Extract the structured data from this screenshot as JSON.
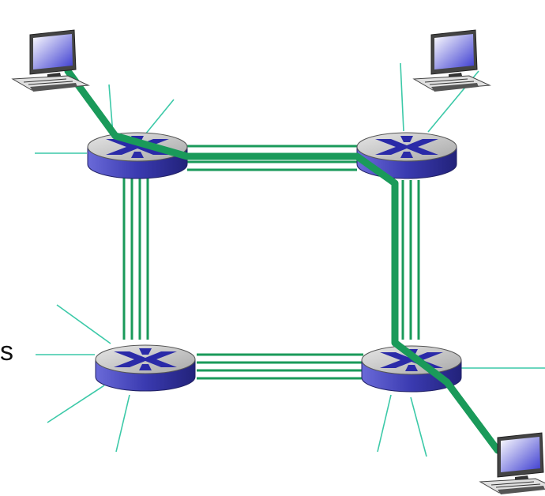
{
  "diagram": {
    "kind": "circuit-switched network",
    "routers": [
      {
        "id": "router-top-left"
      },
      {
        "id": "router-top-right"
      },
      {
        "id": "router-bottom-left"
      },
      {
        "id": "router-bottom-right"
      }
    ],
    "hosts": [
      {
        "id": "host-top-left",
        "icon": "desktop-computer-icon"
      },
      {
        "id": "host-top-right",
        "icon": "desktop-computer-icon"
      },
      {
        "id": "host-bottom-right",
        "icon": "desktop-computer-icon"
      }
    ],
    "links_circuits_per_link": 4,
    "highlighted_path": [
      "host-top-left",
      "router-top-left",
      "router-top-right",
      "router-bottom-right",
      "host-bottom-right"
    ]
  },
  "colors": {
    "circuit": "#1a9a5a",
    "active_circuit": "#1a9a5a",
    "access_line": "#3cc9a8",
    "router_top": "#c8c8c8",
    "router_side": "#4a4ab8",
    "router_side_dark": "#2a2a8a",
    "router_cross": "#2a2aa8"
  },
  "edge_text": "s"
}
